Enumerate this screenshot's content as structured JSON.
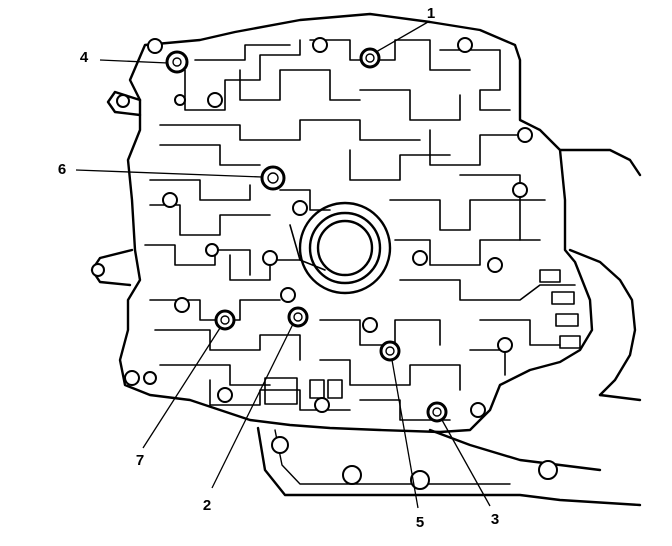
{
  "diagram": {
    "colors": {
      "line": "#000000",
      "background": "#ffffff"
    },
    "callouts": [
      {
        "id": "1",
        "label": "1"
      },
      {
        "id": "2",
        "label": "2"
      },
      {
        "id": "3",
        "label": "3"
      },
      {
        "id": "4",
        "label": "4"
      },
      {
        "id": "5",
        "label": "5"
      },
      {
        "id": "6",
        "label": "6"
      },
      {
        "id": "7",
        "label": "7"
      }
    ]
  }
}
